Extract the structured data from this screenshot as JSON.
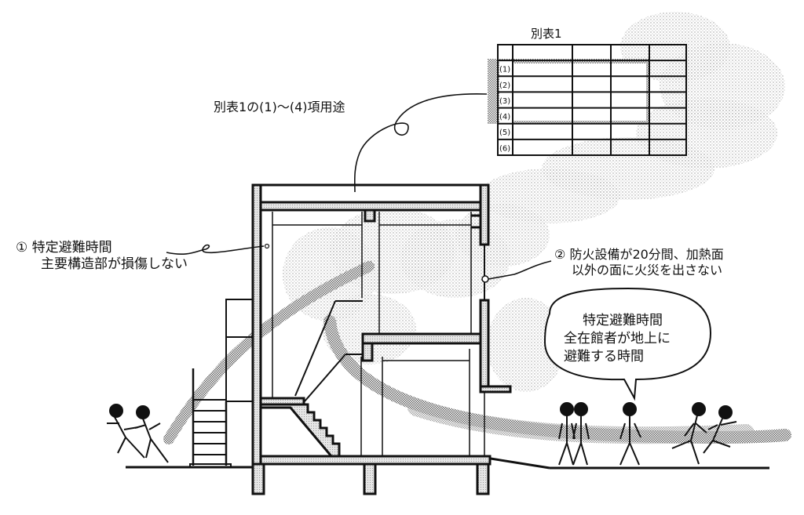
{
  "diagram": {
    "title": "特定避難時間と防火設備・別表1の関係を示す断面図",
    "table": {
      "title": "別表1",
      "row_labels": [
        "(1)",
        "(2)",
        "(3)",
        "(4)",
        "(5)",
        "(6)"
      ],
      "columns": 5,
      "highlighted_rows": [
        "(1)",
        "(2)",
        "(3)",
        "(4)"
      ]
    },
    "callouts": {
      "usage": "別表1の(1)〜(4)項用途",
      "note1": {
        "number": "①",
        "line1": "特定避難時間",
        "line2": "主要構造部が損傷しない"
      },
      "note2": {
        "number": "②",
        "line1": "防火設備が20分間、加熱面",
        "line2": "以外の面に火災を出さない"
      }
    },
    "speech_bubble": {
      "line1": "特定避難時間",
      "line2": "全在館者が地上に",
      "line3": "避難する時間"
    },
    "figures": {
      "left_group": "running-evacuees",
      "right_group": "walking-and-running-evacuees"
    },
    "colors": {
      "ink": "#111111",
      "screen_tone": "#9a9a9a",
      "smoke": "#b8b8b8",
      "background": "#ffffff"
    }
  }
}
